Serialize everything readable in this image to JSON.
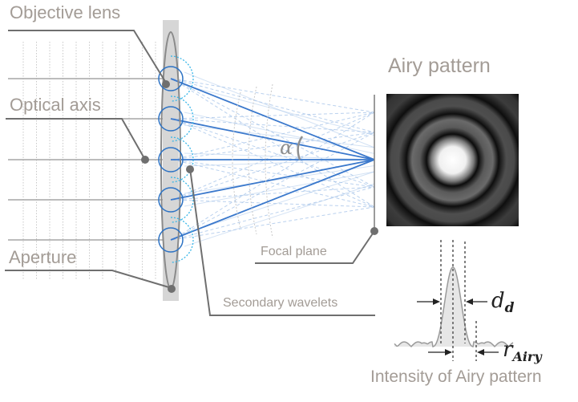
{
  "labels": {
    "objective_lens": "Objective lens",
    "optical_axis": "Optical axis",
    "aperture": "Aperture",
    "airy_pattern": "Airy pattern",
    "focal_plane": "Focal plane",
    "secondary_wavelets": "Secondary wavelets",
    "intensity": "Intensity of Airy pattern"
  },
  "symbols": {
    "alpha": "α",
    "d_main": "d",
    "d_sub": "d",
    "r_main": "r",
    "r_sub": "Airy"
  },
  "colors": {
    "ray_solid": "#3a78cc",
    "ray_light": "#a9c6ea",
    "wavelet_circle": "#2c72c4",
    "wavelet_dotted": "#38b6e8",
    "label_text": "#a39c96",
    "leader_line": "#6f6f6f",
    "aperture_bar": "#d6d6d6"
  }
}
